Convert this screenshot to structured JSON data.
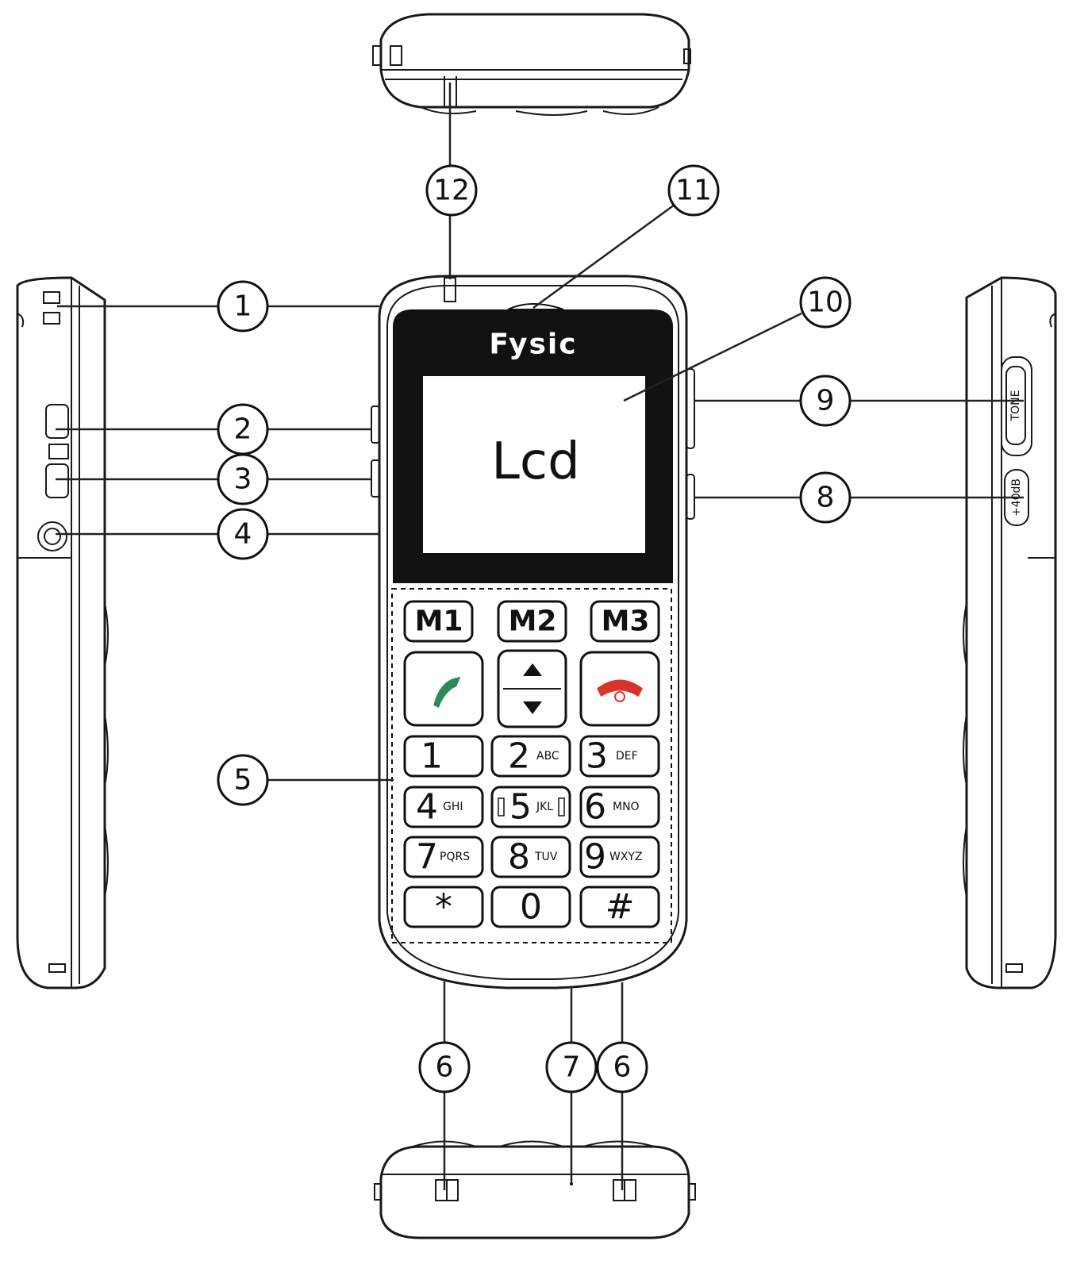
{
  "phone": {
    "brand": "Fysic",
    "screen_label": "Lcd",
    "memory_keys": [
      "M1",
      "M2",
      "M3"
    ],
    "digit_keys": [
      {
        "digit": "1",
        "letters": ""
      },
      {
        "digit": "2",
        "letters": "ABC"
      },
      {
        "digit": "3",
        "letters": "DEF"
      },
      {
        "digit": "4",
        "letters": "GHI"
      },
      {
        "digit": "5",
        "letters": "JKL"
      },
      {
        "digit": "6",
        "letters": "MNO"
      },
      {
        "digit": "7",
        "letters": "PQRS"
      },
      {
        "digit": "8",
        "letters": "TUV"
      },
      {
        "digit": "9",
        "letters": "WXYZ"
      },
      {
        "digit": "*",
        "letters": ""
      },
      {
        "digit": "0",
        "letters": ""
      },
      {
        "digit": "#",
        "letters": ""
      }
    ],
    "side_labels": {
      "tone": "TONE",
      "boost": "+40dB"
    }
  },
  "callouts": [
    "1",
    "2",
    "3",
    "4",
    "5",
    "6",
    "7",
    "6",
    "8",
    "9",
    "10",
    "11",
    "12"
  ],
  "colors": {
    "call_green": "#2e8b57",
    "end_red": "#d9342b"
  }
}
